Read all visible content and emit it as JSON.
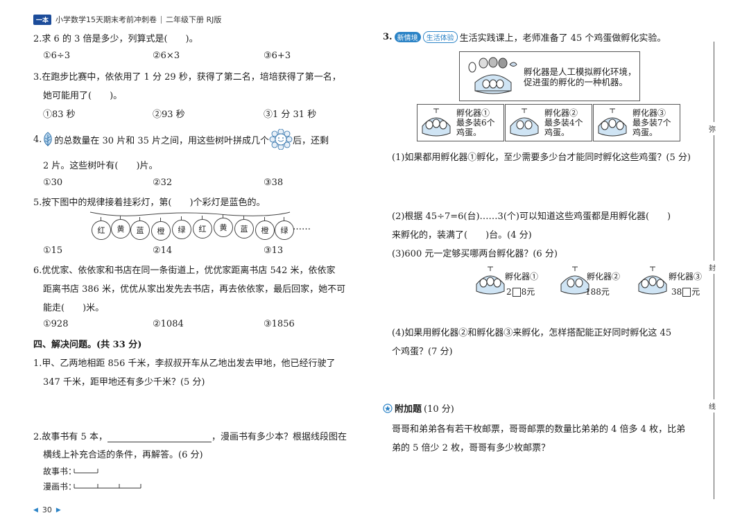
{
  "header": {
    "logo": "一本",
    "book": "小学数学15天期末考前冲刺卷",
    "grade": "二年级下册 RJ版"
  },
  "page_number": "30",
  "binding": [
    "弥",
    "封",
    "线"
  ],
  "left": {
    "q2": {
      "stem": "2.求 6 的 3 倍是多少，列算式是(　　)。",
      "o1": "①6÷3",
      "o2": "②6×3",
      "o3": "③6+3"
    },
    "q3": {
      "line1": "3.在跑步比赛中，依依用了 1 分 29 秒，获得了第二名，培培获得了第一名，",
      "line2": "她可能用了(　　)。",
      "o1": "①83 秒",
      "o2": "②93 秒",
      "o3": "③1 分 31 秒"
    },
    "q4": {
      "num": "4.",
      "mid": "的总数量在 30 片和 35 片之间，用这些树叶拼成几个",
      "end": "后，还剩",
      "line2": "2 片。这些树叶有(　　)片。",
      "o1": "①30",
      "o2": "②32",
      "o3": "③38"
    },
    "q5": {
      "stem": "5.按下图中的规律接着挂彩灯，第(　　)个彩灯是蓝色的。",
      "lanterns": [
        "红",
        "黄",
        "蓝",
        "橙",
        "绿",
        "红",
        "黄",
        "蓝",
        "橙",
        "绿"
      ],
      "ellipsis": "……",
      "o1": "①15",
      "o2": "②14",
      "o3": "③13"
    },
    "q6": {
      "line1": "6.优优家、依依家和书店在同一条街道上，优优家距离书店 542 米，依依家",
      "line2": "距离书店 386 米，优优从家出发先去书店，再去依依家，最后回家，她不可",
      "line3": "能走(　　)米。",
      "o1": "①928",
      "o2": "②1084",
      "o3": "③1856"
    },
    "section4": "四、解决问题。(共 33 分)",
    "p1": {
      "line1": "1.甲、乙两地相距 856 千米，李叔叔开车从乙地出发去甲地，他已经行驶了",
      "line2": "347 千米，距甲地还有多少千米？(5 分)"
    },
    "p2": {
      "pre": "2.故事书有 5 本，",
      "post": "，漫画书有多少本？根据线段图在",
      "line2": "横线上补充合适的条件，再解答。(6 分)",
      "story": "故事书：",
      "comic": "漫画书："
    }
  },
  "right": {
    "q3": {
      "num": "3.",
      "tag1": "新情境",
      "tag2": "生活体验",
      "stem": "生活实践课上，老师准备了 45 个鸡蛋做孵化实验。",
      "intro1": "孵化器是人工模拟孵化环境，",
      "intro2": "促进蛋的孵化的一种机器。",
      "inc": [
        {
          "l1": "孵化器①",
          "l2": "最多装6个",
          "l3": "鸡蛋。"
        },
        {
          "l1": "孵化器②",
          "l2": "最多装4个",
          "l3": "鸡蛋。"
        },
        {
          "l1": "孵化器③",
          "l2": "最多装7个",
          "l3": "鸡蛋。"
        }
      ],
      "s1": "(1)如果都用孵化器①孵化，至少需要多少台才能同时孵化这些鸡蛋？(5 分)",
      "s2a": "(2)根据 45÷7=6(台)……3(个)可以知道这些鸡蛋都是用孵化器(　　)",
      "s2b": "来孵化的，装满了(　　)台。(4 分)",
      "s3": "(3)600 元一定够买哪两台孵化器？(6 分)",
      "prices": [
        {
          "name": "孵化器①",
          "pre": "2",
          "post": "8元"
        },
        {
          "name": "孵化器②",
          "pre": "",
          "post": "188元"
        },
        {
          "name": "孵化器③",
          "pre": "38",
          "post": "元"
        }
      ],
      "s4a": "(4)如果用孵化器②和孵化器③来孵化，怎样搭配能正好同时孵化这 45",
      "s4b": "个鸡蛋？(7 分)"
    },
    "bonus": {
      "title": "附加题",
      "score": "(10 分)",
      "line1": "哥哥和弟弟各有若干枚邮票，哥哥邮票的数量比弟弟的 4 倍多 4 枚，比弟",
      "line2": "弟的 5 倍少 2 枚，哥哥有多少枚邮票？"
    }
  }
}
